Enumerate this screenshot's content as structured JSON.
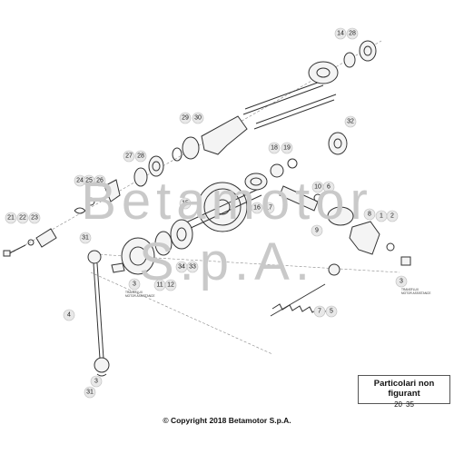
{
  "watermark": "Betamotor S.p.A.",
  "callouts": [
    {
      "id": "n1",
      "text": "1"
    },
    {
      "id": "n2",
      "text": "2"
    },
    {
      "id": "n3a",
      "text": "3"
    },
    {
      "id": "n3b",
      "text": "3"
    },
    {
      "id": "n3c",
      "text": "3"
    },
    {
      "id": "n4",
      "text": "4"
    },
    {
      "id": "n5",
      "text": "5"
    },
    {
      "id": "n7",
      "text": "7"
    },
    {
      "id": "n8",
      "text": "8"
    },
    {
      "id": "n9",
      "text": "9"
    },
    {
      "id": "n10",
      "text": "10"
    },
    {
      "id": "n6",
      "text": "6"
    },
    {
      "id": "n11",
      "text": "11"
    },
    {
      "id": "n12",
      "text": "12"
    },
    {
      "id": "n14",
      "text": "14"
    },
    {
      "id": "n15",
      "text": "15"
    },
    {
      "id": "n16",
      "text": "16"
    },
    {
      "id": "n17",
      "text": "17"
    },
    {
      "id": "n18",
      "text": "18"
    },
    {
      "id": "n19",
      "text": "19"
    },
    {
      "id": "n21",
      "text": "21"
    },
    {
      "id": "n22",
      "text": "22"
    },
    {
      "id": "n23",
      "text": "23"
    },
    {
      "id": "n24",
      "text": "24"
    },
    {
      "id": "n25",
      "text": "25"
    },
    {
      "id": "n26",
      "text": "26"
    },
    {
      "id": "n27",
      "text": "27"
    },
    {
      "id": "n28a",
      "text": "28"
    },
    {
      "id": "n28b",
      "text": "28"
    },
    {
      "id": "n29",
      "text": "29"
    },
    {
      "id": "n30",
      "text": "30"
    },
    {
      "id": "n31a",
      "text": "31"
    },
    {
      "id": "n31b",
      "text": "31"
    },
    {
      "id": "n32",
      "text": "32"
    },
    {
      "id": "n33",
      "text": "33"
    },
    {
      "id": "n34",
      "text": "34"
    }
  ],
  "small_notes": [
    "TRANSFLUX",
    "MOTOR ASSISTANCE"
  ],
  "not_shown_box": {
    "title": "Particolari non figurant",
    "numbers": [
      "20",
      "35"
    ]
  },
  "copyright": "© Copyright 2018 Betamotor S.p.A."
}
